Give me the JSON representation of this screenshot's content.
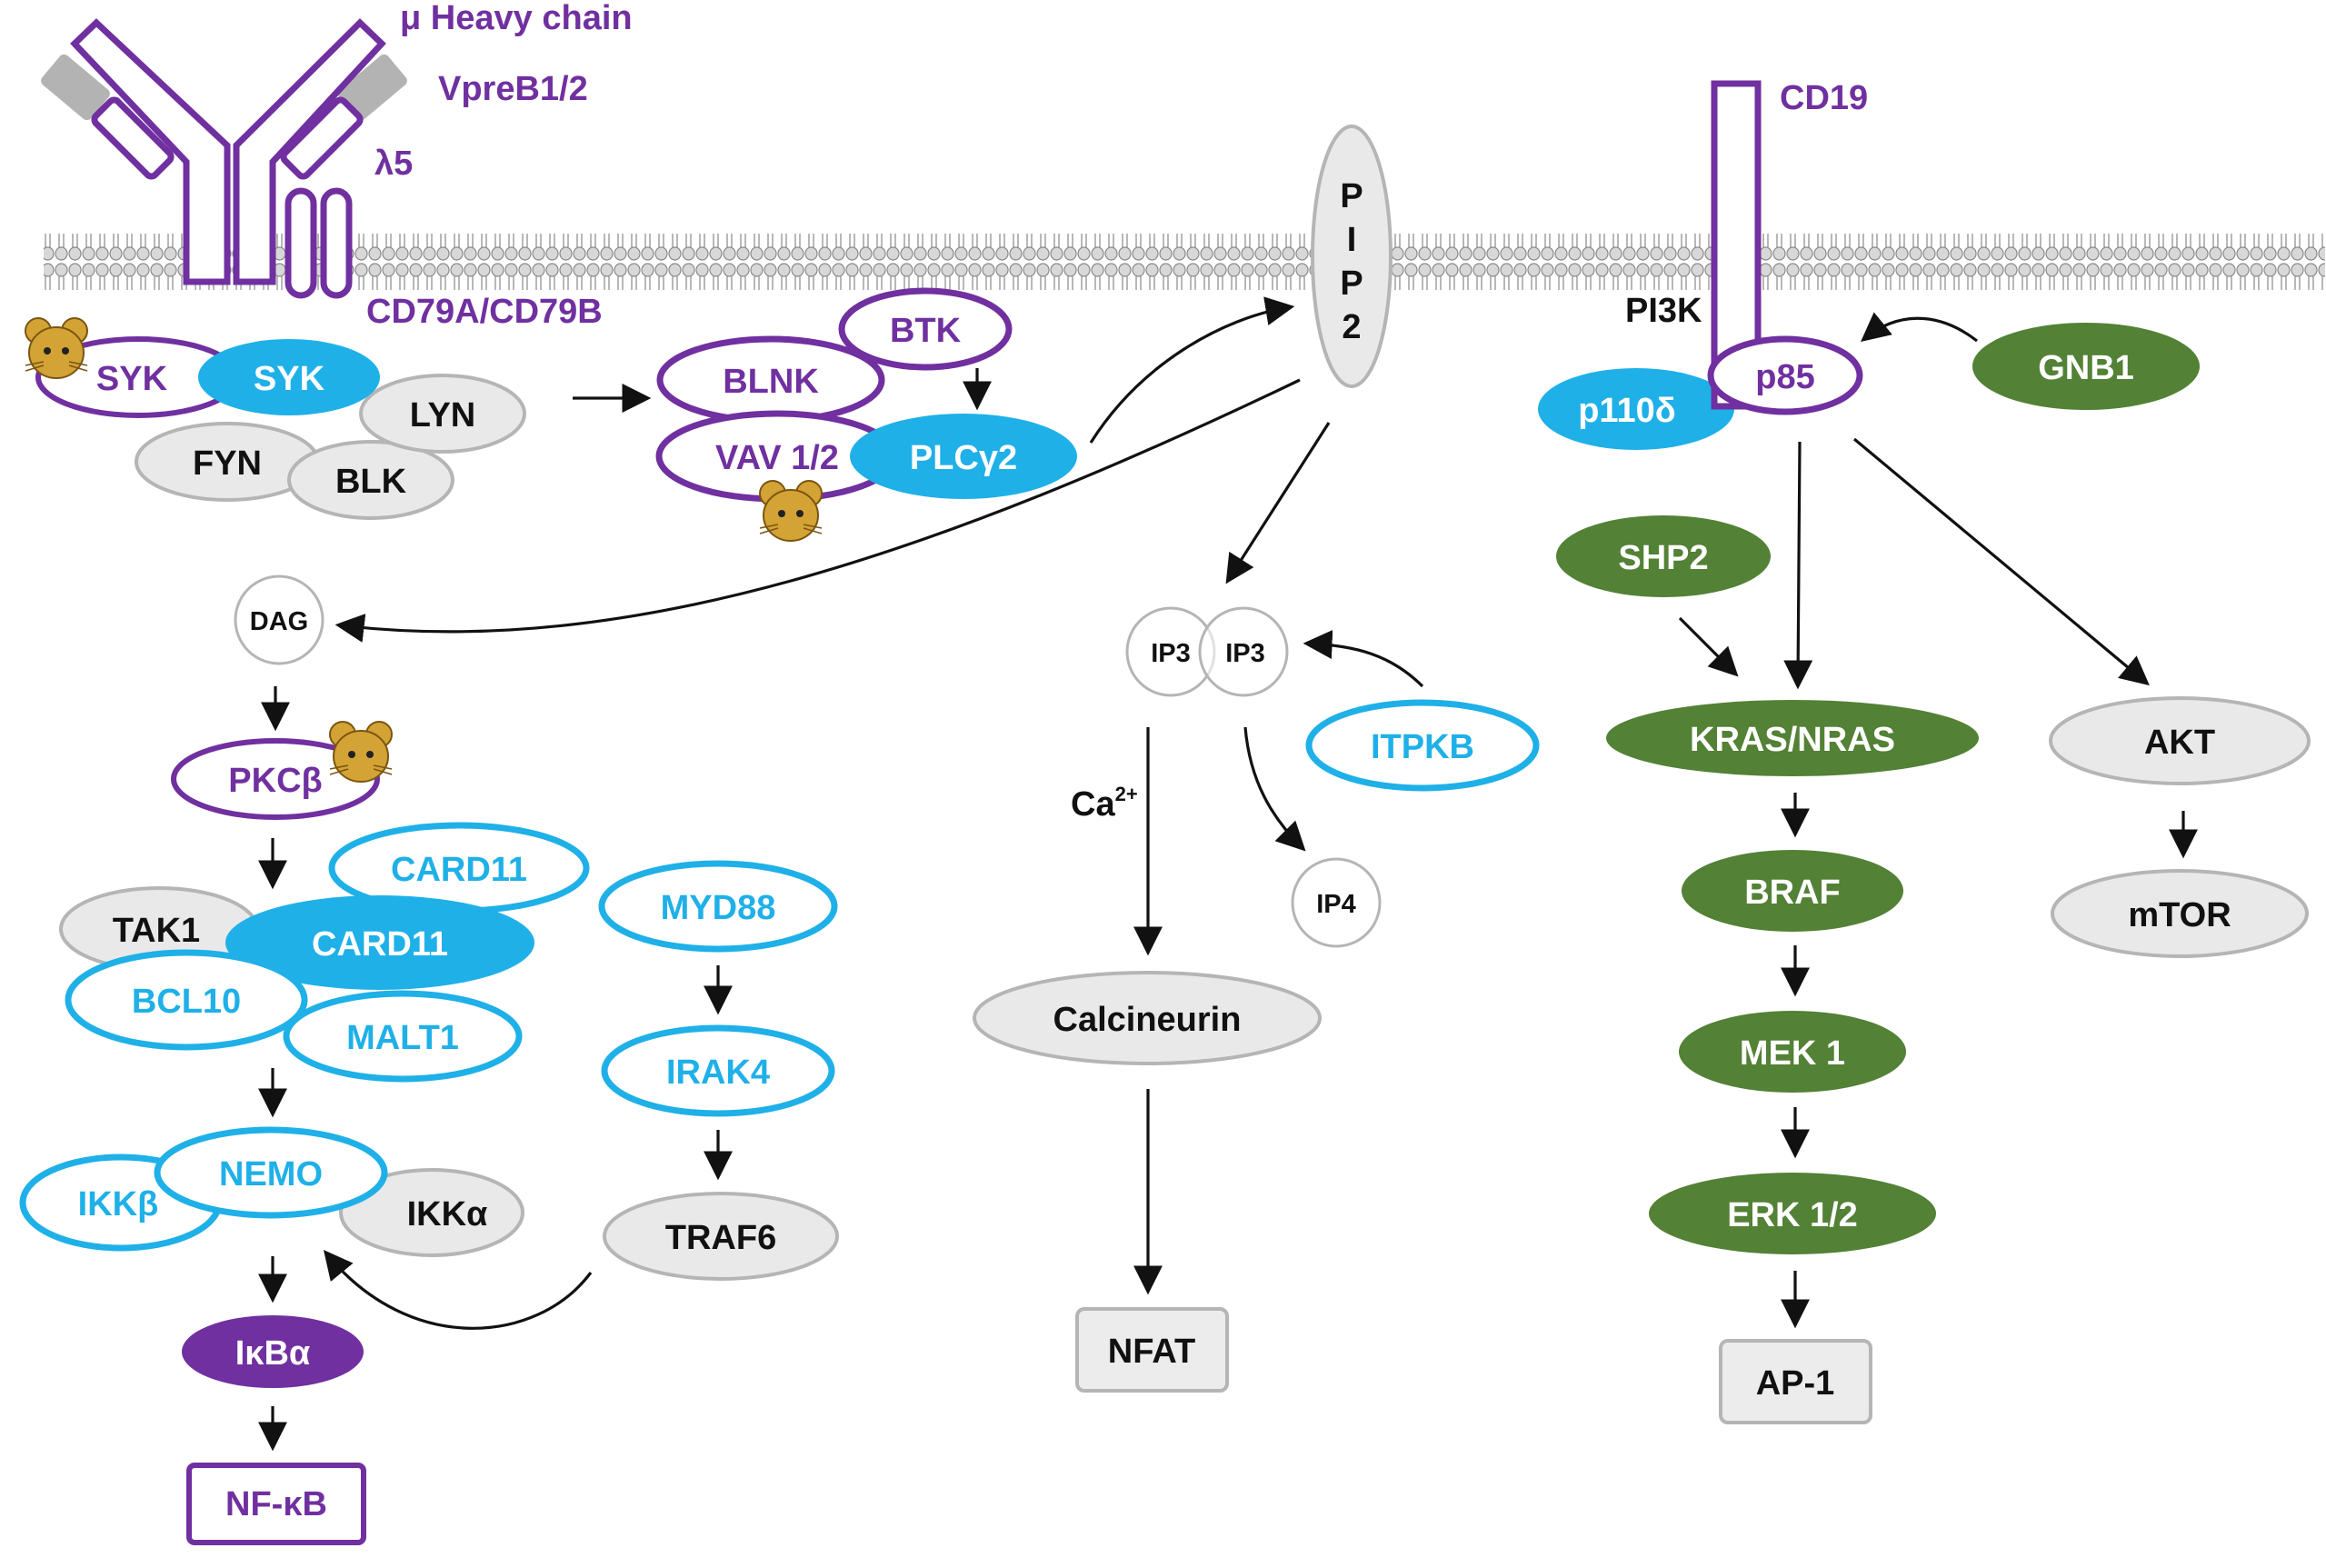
{
  "colors": {
    "purple": "#7030a0",
    "blue": "#1fb0e8",
    "green": "#538135",
    "gray_fill": "#e9e9e9",
    "gray_stroke": "#b5b5b5",
    "mouse": "#d4a335"
  },
  "receptor": {
    "heavy_chain": "μ Heavy chain",
    "vpreb": "VpreB1/2",
    "lambda5": "λ5",
    "cd79": "CD79A/CD79B",
    "cd19": "CD19",
    "pip2": [
      "P",
      "I",
      "P",
      "2"
    ],
    "pi3k": "PI3K"
  },
  "nodes": {
    "syk1": "SYK",
    "syk2": "SYK",
    "lyn": "LYN",
    "fyn": "FYN",
    "blk": "BLK",
    "btk": "BTK",
    "blnk": "BLNK",
    "vav": "VAV 1/2",
    "plcg2": "PLCγ2",
    "dag": "DAG",
    "pkcb": "PKCβ",
    "card11a": "CARD11",
    "card11b": "CARD11",
    "tak1": "TAK1",
    "bcl10": "BCL10",
    "malt1": "MALT1",
    "myd88": "MYD88",
    "irak4": "IRAK4",
    "traf6": "TRAF6",
    "ikkb": "IKKβ",
    "nemo": "NEMO",
    "ikka": "IKKα",
    "ikba": "IκBα",
    "nfkb": "NF-κB",
    "ip3a": "IP3",
    "ip3b": "IP3",
    "itpkb": "ITPKB",
    "ca_base": "Ca",
    "ca_sup": "2+",
    "ip4": "IP4",
    "calcineurin": "Calcineurin",
    "nfat": "NFAT",
    "p85": "p85",
    "p110d": "p110δ",
    "gnb1": "GNB1",
    "shp2": "SHP2",
    "kras": "KRAS/NRAS",
    "braf": "BRAF",
    "mek": "MEK 1",
    "erk": "ERK 1/2",
    "ap1": "AP-1",
    "akt": "AKT",
    "mtor": "mTOR"
  },
  "icons": [
    "mouse-icon",
    "mouse-icon",
    "mouse-icon"
  ]
}
